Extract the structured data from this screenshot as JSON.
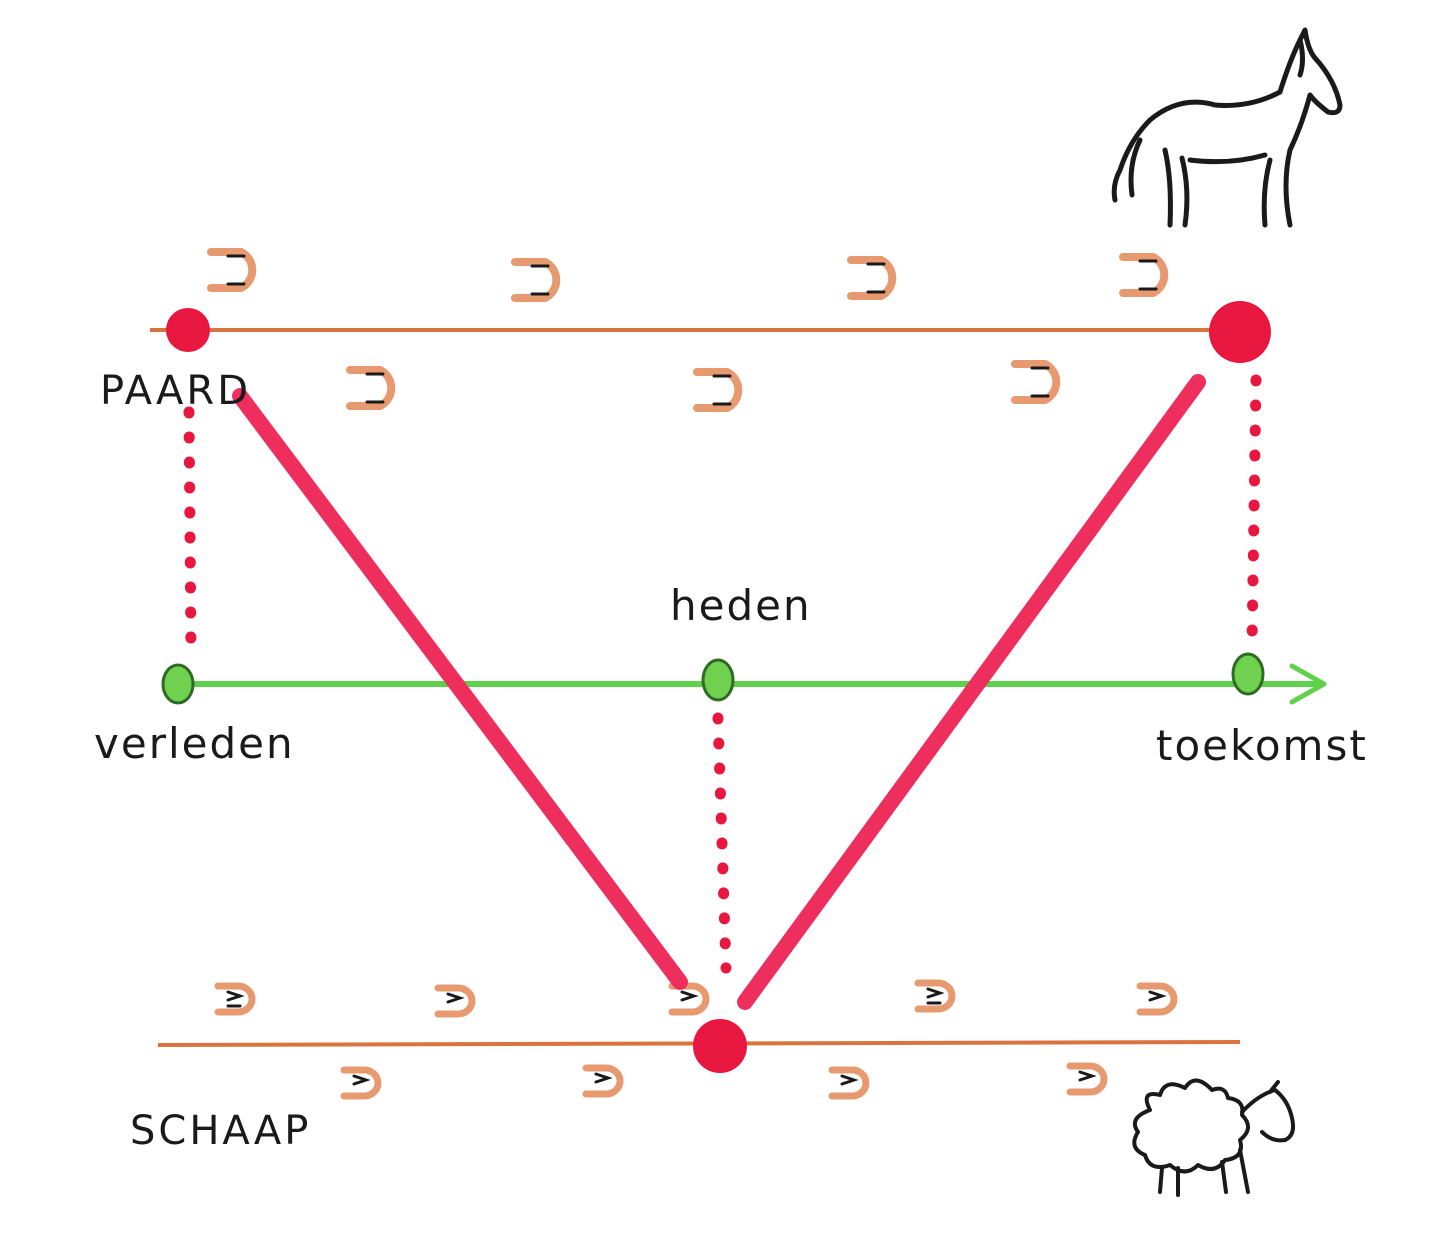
{
  "labels": {
    "horse_track": "PAARD",
    "sheep_track": "SCHAAP",
    "past": "verleden",
    "present": "heden",
    "future": "toekomst"
  },
  "colors": {
    "track": "#d9733f",
    "timeline": "#5fd14a",
    "time_dot": "#6fd14f",
    "crossing": "#ee2e5c",
    "marker": "#e8173f",
    "ink": "#1a1a1a",
    "hoof": "#e79a70"
  },
  "icons": {
    "horse": "horse-icon",
    "sheep": "sheep-icon",
    "hoofprint": "hoofprint-icon",
    "timeline_arrow": "arrow-right-icon"
  }
}
